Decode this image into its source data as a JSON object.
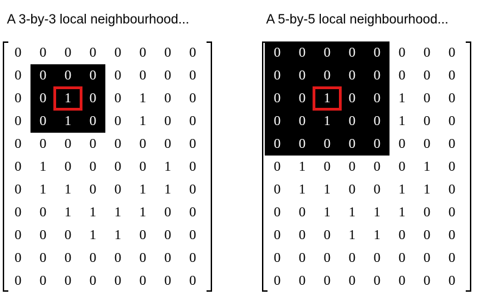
{
  "panels": [
    {
      "title": "A 3-by-3 local neighbourhood...",
      "window_size": 3,
      "center": {
        "row": 2,
        "col": 2
      }
    },
    {
      "title": "A 5-by-5 local neighbourhood...",
      "window_size": 5,
      "center": {
        "row": 2,
        "col": 2
      }
    }
  ],
  "matrix": [
    [
      0,
      0,
      0,
      0,
      0,
      0,
      0,
      0
    ],
    [
      0,
      0,
      0,
      0,
      0,
      0,
      0,
      0
    ],
    [
      0,
      0,
      1,
      0,
      0,
      1,
      0,
      0
    ],
    [
      0,
      0,
      1,
      0,
      0,
      1,
      0,
      0
    ],
    [
      0,
      0,
      0,
      0,
      0,
      0,
      0,
      0
    ],
    [
      0,
      1,
      0,
      0,
      0,
      0,
      1,
      0
    ],
    [
      0,
      1,
      1,
      0,
      0,
      1,
      1,
      0
    ],
    [
      0,
      0,
      1,
      1,
      1,
      1,
      0,
      0
    ],
    [
      0,
      0,
      0,
      1,
      1,
      0,
      0,
      0
    ],
    [
      0,
      0,
      0,
      0,
      0,
      0,
      0,
      0
    ],
    [
      0,
      0,
      0,
      0,
      0,
      0,
      0,
      0
    ]
  ],
  "colors": {
    "highlight": "#000000",
    "center_box": "#e01a1a"
  }
}
